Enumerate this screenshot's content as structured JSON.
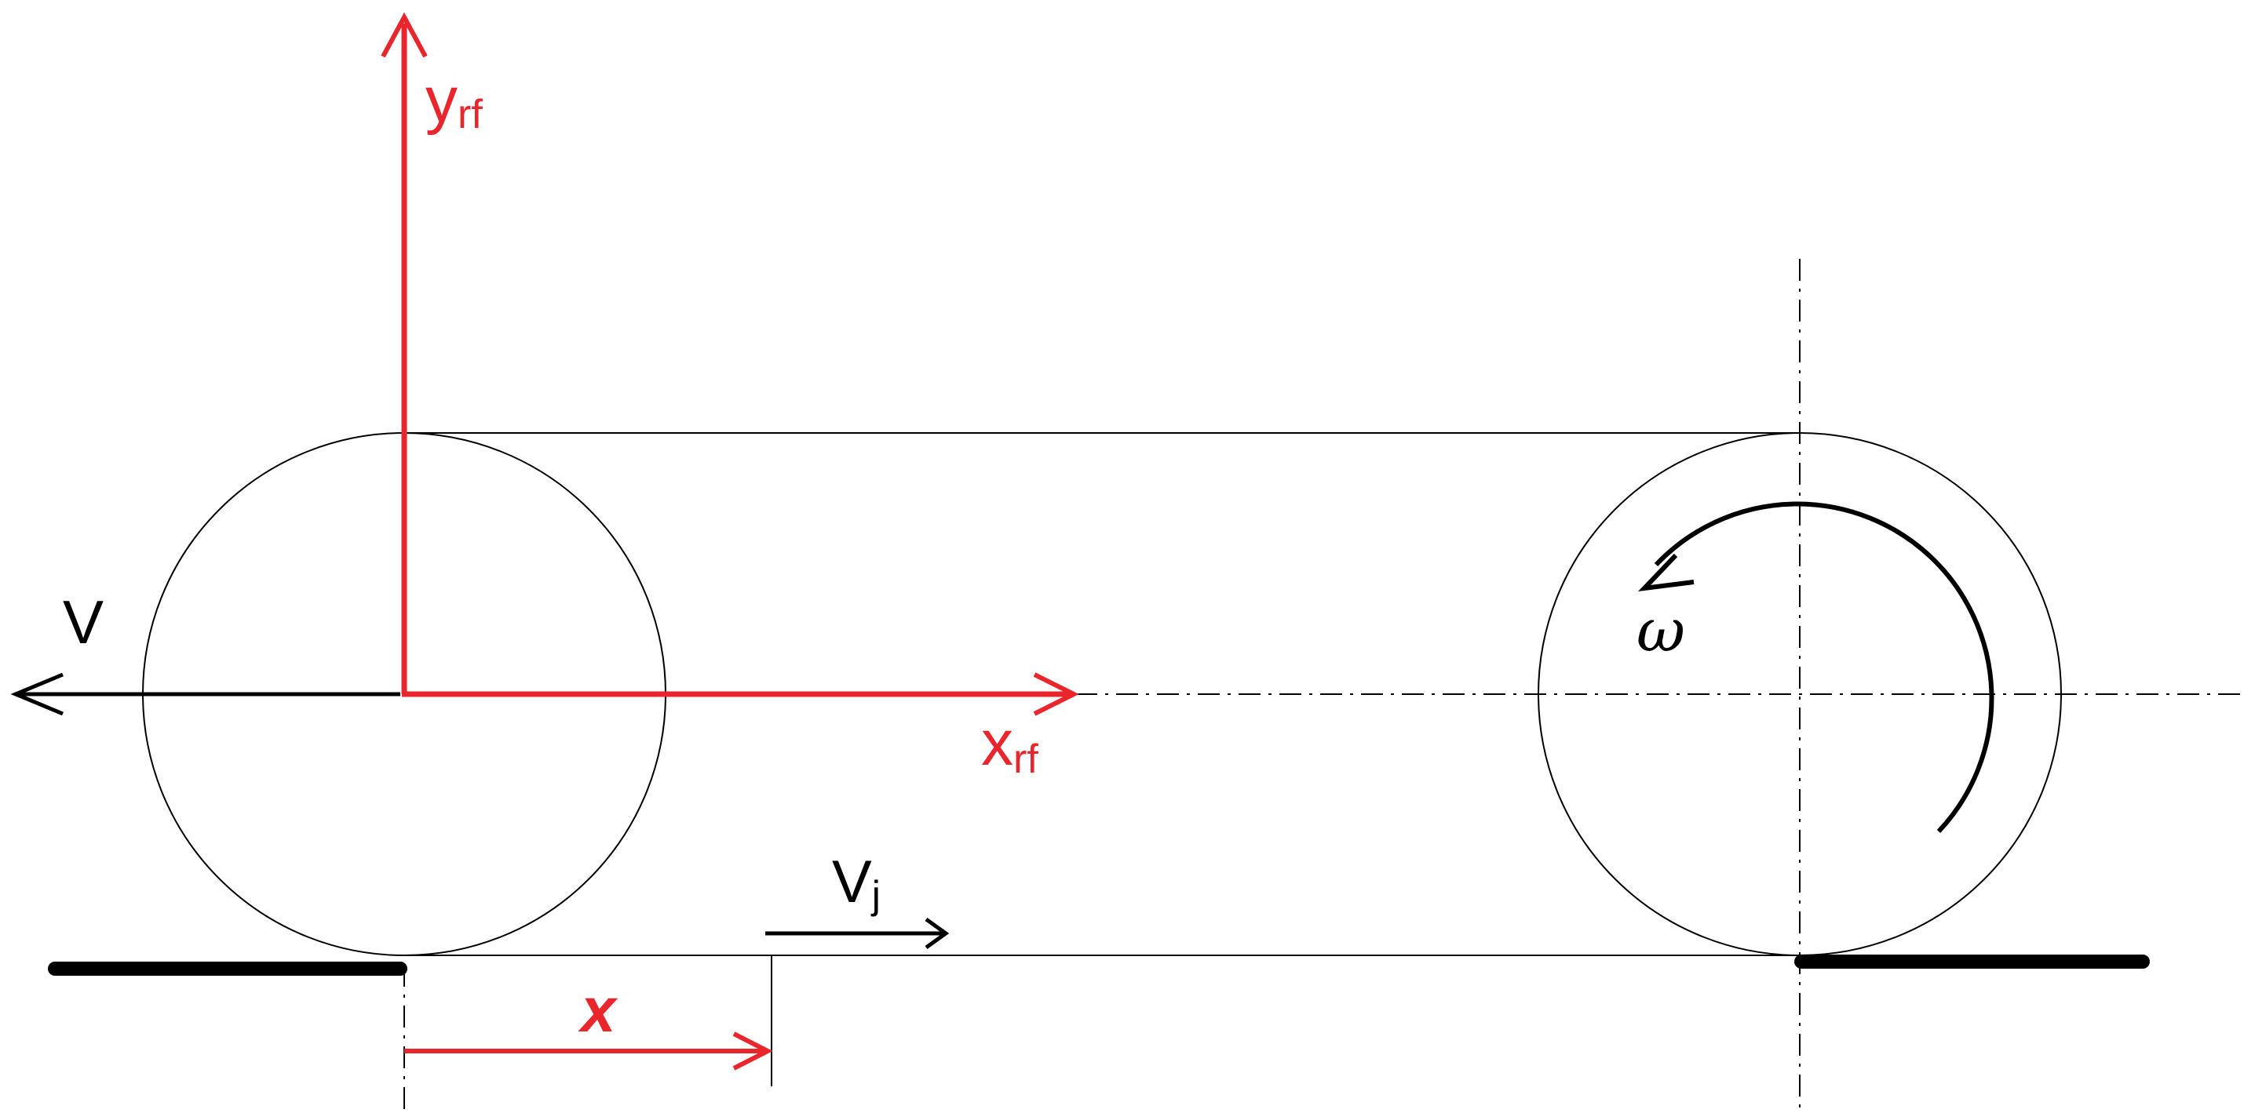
{
  "labels": {
    "y_axis_main": "y",
    "y_axis_sub": "rf",
    "x_axis_main": "x",
    "x_axis_sub": "rf",
    "velocity": "V",
    "belt_velocity_main": "V",
    "belt_velocity_sub": "j",
    "displacement": "x",
    "angular_velocity": "ω"
  },
  "colors": {
    "background": "#ffffff",
    "reference_frame": "#e8262b",
    "ink": "#000000"
  }
}
